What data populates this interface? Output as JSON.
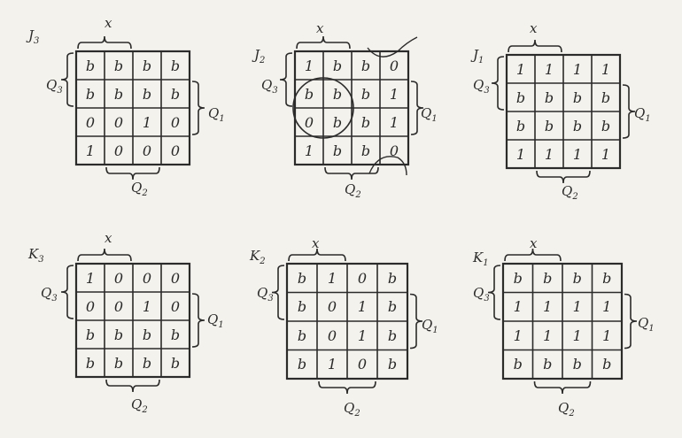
{
  "ink_color": "#2b2b2b",
  "paper_color": "#f4f2ec",
  "maps": [
    {
      "id": "J3",
      "main_label": "J",
      "main_sub": "3",
      "brace_top": "x",
      "brace_left": "Q",
      "brace_left_sub": "3",
      "brace_right": "Q",
      "brace_right_sub": "1",
      "brace_bottom": "Q",
      "brace_bottom_sub": "2",
      "cells": [
        [
          "b",
          "b",
          "b",
          "b"
        ],
        [
          "b",
          "b",
          "b",
          "b"
        ],
        [
          "0",
          "0",
          "1",
          "0"
        ],
        [
          "1",
          "0",
          "0",
          "0"
        ]
      ],
      "marks": "none"
    },
    {
      "id": "J2",
      "main_label": "J",
      "main_sub": "2",
      "brace_top": "x",
      "brace_left": "Q",
      "brace_left_sub": "3",
      "brace_right": "Q",
      "brace_right_sub": "1",
      "brace_bottom": "Q",
      "brace_bottom_sub": "2",
      "cells": [
        [
          "1",
          "b",
          "b",
          "0"
        ],
        [
          "b",
          "b",
          "b",
          "1"
        ],
        [
          "0",
          "b",
          "b",
          "1"
        ],
        [
          "1",
          "b",
          "b",
          "0"
        ]
      ],
      "marks": "circled-groups"
    },
    {
      "id": "J1",
      "main_label": "J",
      "main_sub": "1",
      "brace_top": "x",
      "brace_left": "Q",
      "brace_left_sub": "3",
      "brace_right": "Q",
      "brace_right_sub": "1",
      "brace_bottom": "Q",
      "brace_bottom_sub": "2",
      "cells": [
        [
          "1",
          "1",
          "1",
          "1"
        ],
        [
          "b",
          "b",
          "b",
          "b"
        ],
        [
          "b",
          "b",
          "b",
          "b"
        ],
        [
          "1",
          "1",
          "1",
          "1"
        ]
      ],
      "marks": "none"
    },
    {
      "id": "K3",
      "main_label": "K",
      "main_sub": "3",
      "brace_top": "x",
      "brace_left": "Q",
      "brace_left_sub": "3",
      "brace_right": "Q",
      "brace_right_sub": "1",
      "brace_bottom": "Q",
      "brace_bottom_sub": "2",
      "cells": [
        [
          "1",
          "0",
          "0",
          "0"
        ],
        [
          "0",
          "0",
          "1",
          "0"
        ],
        [
          "b",
          "b",
          "b",
          "b"
        ],
        [
          "b",
          "b",
          "b",
          "b"
        ]
      ],
      "marks": "none"
    },
    {
      "id": "K2",
      "main_label": "K",
      "main_sub": "2",
      "brace_top": "x",
      "brace_left": "Q",
      "brace_left_sub": "3",
      "brace_right": "Q",
      "brace_right_sub": "1",
      "brace_bottom": "Q",
      "brace_bottom_sub": "2",
      "cells": [
        [
          "b",
          "1",
          "0",
          "b"
        ],
        [
          "b",
          "0",
          "1",
          "b"
        ],
        [
          "b",
          "0",
          "1",
          "b"
        ],
        [
          "b",
          "1",
          "0",
          "b"
        ]
      ],
      "marks": "none"
    },
    {
      "id": "K1",
      "main_label": "K",
      "main_sub": "1",
      "brace_top": "x",
      "brace_left": "Q",
      "brace_left_sub": "3",
      "brace_right": "Q",
      "brace_right_sub": "1",
      "brace_bottom": "Q",
      "brace_bottom_sub": "2",
      "cells": [
        [
          "b",
          "b",
          "b",
          "b"
        ],
        [
          "1",
          "1",
          "1",
          "1"
        ],
        [
          "1",
          "1",
          "1",
          "1"
        ],
        [
          "b",
          "b",
          "b",
          "b"
        ]
      ],
      "marks": "none"
    }
  ]
}
